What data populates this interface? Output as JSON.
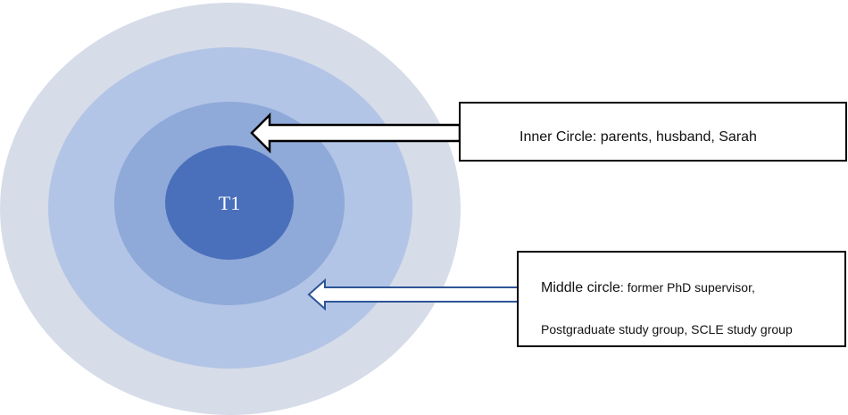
{
  "center": {
    "label": "T1"
  },
  "inner_circle": {
    "title": "Inner Circle",
    "members": ": parents, husband, Sarah"
  },
  "middle_circle": {
    "title": "Middle circle",
    "members_line1": ": former PhD supervisor,",
    "members_line2": "Postgraduate study group, SCLE study group"
  },
  "colors": {
    "outer_ring": "#d6dce8",
    "middle_ring": "#b3c5e6",
    "inner_ring": "#8fa9d9",
    "core": "#4a70bb",
    "inner_arrow_outline": "#000000",
    "middle_arrow_outline": "#2e5597"
  }
}
